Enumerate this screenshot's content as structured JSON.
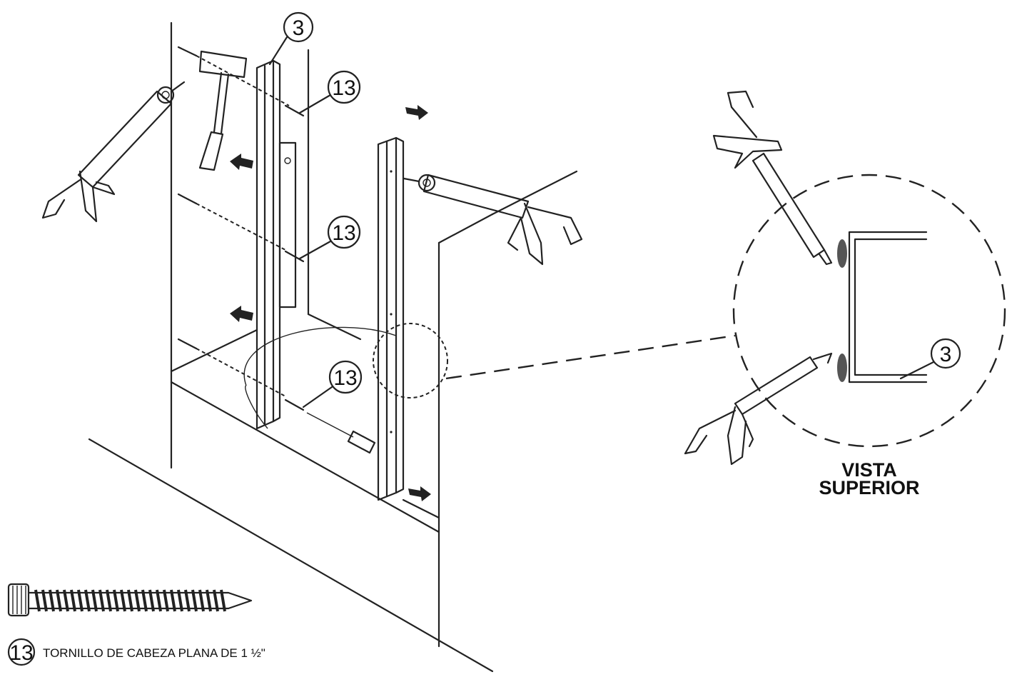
{
  "callouts": {
    "frame_number": "3",
    "screw_top": "13",
    "screw_middle": "13",
    "screw_bottom": "13",
    "detail_frame_number": "3"
  },
  "detail_view": {
    "title_line1": "VISTA",
    "title_line2": "SUPERIOR"
  },
  "legend": {
    "number": "13",
    "label": "TORNILLO DE CABEZA PLANA DE 1 ½\""
  }
}
